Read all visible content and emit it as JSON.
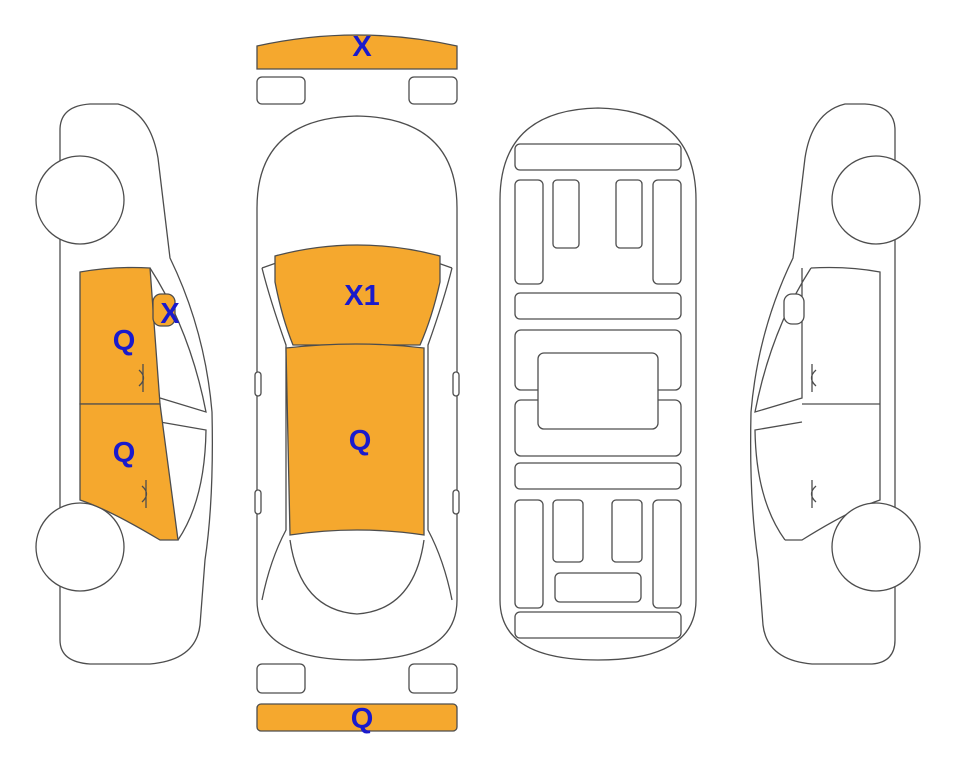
{
  "colors": {
    "marked_fill": "#f5a82e",
    "outline": "#4d4d4d",
    "code_text": "#1a1acc"
  },
  "damage_codes": {
    "front_bumper": "X",
    "left_mirror": "X",
    "left_front_door": "Q",
    "left_rear_door": "Q",
    "hood": "X1",
    "roof": "Q",
    "rear_bumper": "Q"
  }
}
